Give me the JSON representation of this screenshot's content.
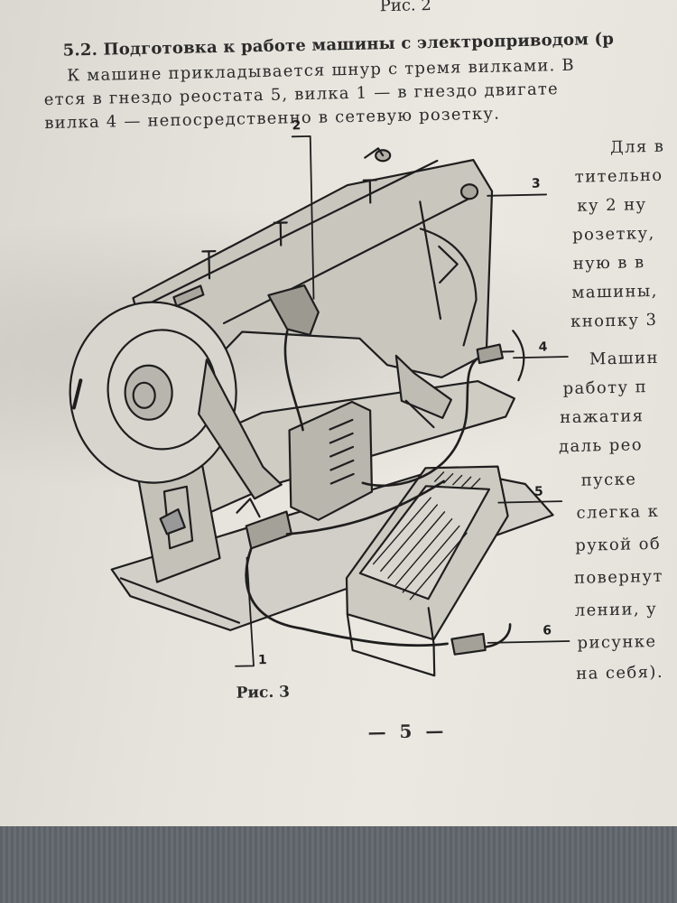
{
  "document": {
    "top_scrawl": "⌐ ⌐ ∽  ∫  ∕  ",
    "figure2_caption": "Рис. 2",
    "section_heading": "5.2. Подготовка к работе машины с электроприводом (р",
    "paragraph_lines": [
      "К машине прикладывается шнур с тремя вилками. В",
      "ется в гнездо  реостата 5, вилка 1 — в гнездо  двигате",
      "вилка 4 — непосредственно в сетевую розетку."
    ],
    "right_column_lines": [
      "Для в",
      "тительно",
      "ку 2 ну",
      "розетку,",
      "ную в в",
      "машины,",
      "кнопку 3",
      "Машин",
      "работу п",
      "нажатия",
      "даль рео",
      "пуске",
      "слегка к",
      "рукой об",
      "повернут",
      "лении, у",
      "рисунке",
      "на себя)."
    ],
    "figure3_caption": "Рис. 3",
    "page_number": "— 5 —"
  },
  "figure": {
    "callouts": [
      "2",
      "3",
      "4",
      "5",
      "6",
      "1"
    ]
  }
}
